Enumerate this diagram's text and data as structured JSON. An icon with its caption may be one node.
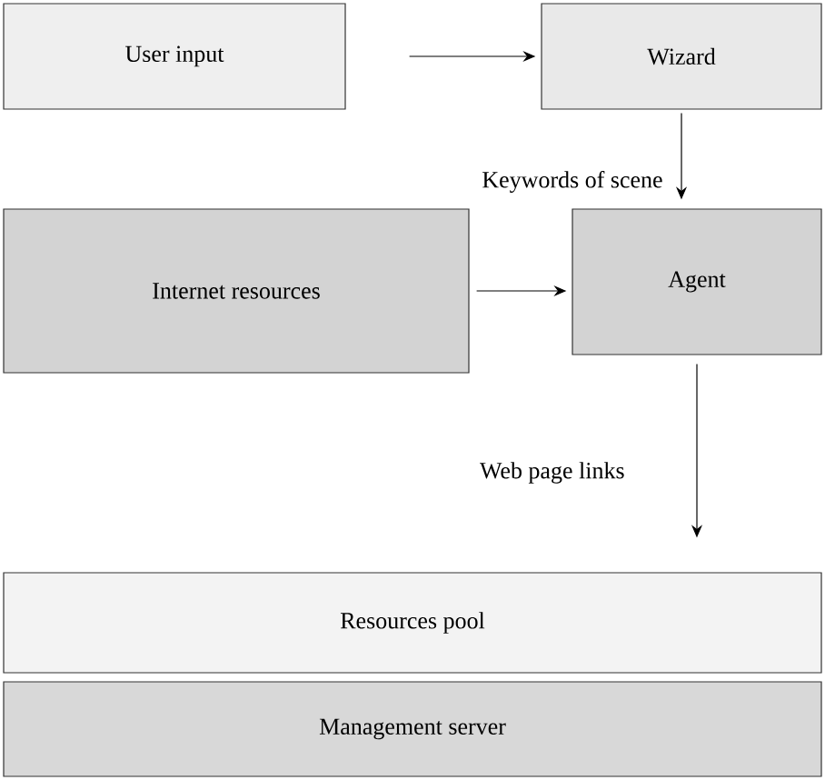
{
  "diagram": {
    "nodes": [
      {
        "text": [
          "User input"
        ]
      },
      {
        "text": [
          "Wizard"
        ]
      },
      {
        "text": [
          "Internet resources"
        ]
      },
      {
        "text": [
          "Agent"
        ]
      },
      {
        "text": [
          "Resources pool"
        ]
      },
      {
        "text": [
          "Management server"
        ]
      }
    ],
    "edges": [
      {
        "from": 0,
        "to": 1,
        "arrow": "to"
      },
      {
        "from": 1,
        "to": 3,
        "arrow": "to",
        "label": "Keywords of scene"
      },
      {
        "from": 2,
        "to": 3,
        "arrow": "to"
      },
      {
        "from": 3,
        "to": 4,
        "arrow": "to",
        "label": "Web page links"
      }
    ]
  }
}
